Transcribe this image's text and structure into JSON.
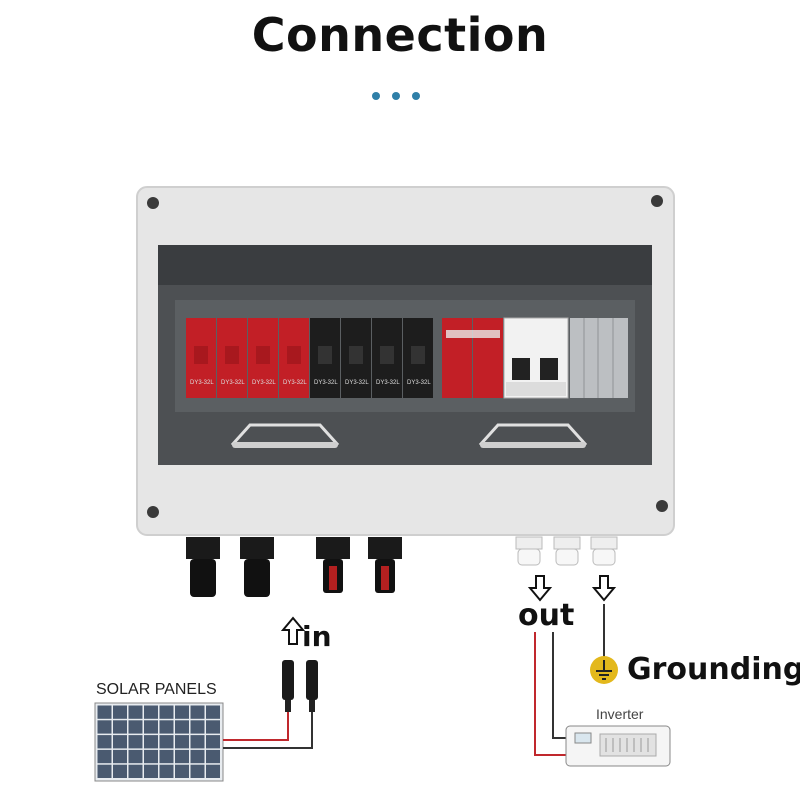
{
  "header": {
    "title": "Connection"
  },
  "labels": {
    "in": "in",
    "out": "out",
    "grounding": "Grounding",
    "solar_panels": "SOLAR PANELS",
    "inverter": "Inverter"
  },
  "colors": {
    "dots": "#2f7fa8",
    "wire_red": "#c0282d",
    "wire_dark": "#333333",
    "enclosure": "#e6e6e6",
    "cover": "#4a4d50",
    "module_red": "#c21f26",
    "module_black": "#1d1d1d",
    "ground_yellow": "#e3b81c"
  },
  "modules": [
    {
      "color": "red",
      "label": "DY3-32L"
    },
    {
      "color": "red",
      "label": "DY3-32L"
    },
    {
      "color": "red",
      "label": "DY3-32L"
    },
    {
      "color": "red",
      "label": "DY3-32L"
    },
    {
      "color": "black",
      "label": "DY3-32L"
    },
    {
      "color": "black",
      "label": "DY3-32L"
    },
    {
      "color": "black",
      "label": "DY3-32L"
    },
    {
      "color": "black",
      "label": "DY3-32L"
    }
  ]
}
